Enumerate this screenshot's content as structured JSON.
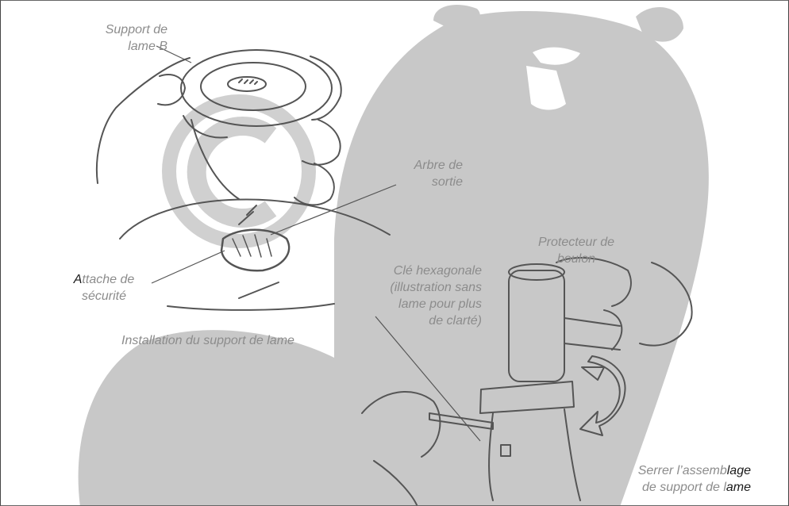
{
  "figure": {
    "labels": {
      "support_b_line1": "Support de",
      "support_b_line2": "lame B",
      "arbre_line1": "Arbre de",
      "arbre_line2": "sortie",
      "attache_first_letter": "A",
      "attache_line1_rest": "ttache de",
      "attache_line2": "sécurité",
      "install_prefix": "Installation",
      "install_rest": " du support de lame",
      "protecteur_line1": "Protecteur de",
      "protecteur_line2": "boulon",
      "cle_line1": "Clé hexagonale",
      "cle_line2": "(illustration sans",
      "cle_line3": "lame pour plus",
      "cle_line4": "de clarté)",
      "serrer_line1_grey": "Serrer l’assemb",
      "serrer_line1_dark": "lage",
      "serrer_line2_grey": "de support de l",
      "serrer_line2_dark": "ame"
    }
  },
  "colors": {
    "watermark": "#c8c8c8",
    "label_text": "#8c8c8c",
    "line_art": "#555555"
  },
  "icons": {
    "watermark": "beaver-silhouette-watermark",
    "logo_watermark": "copyright-c-watermark",
    "rotation_arrow": "curved-tighten-arrow-icon"
  }
}
